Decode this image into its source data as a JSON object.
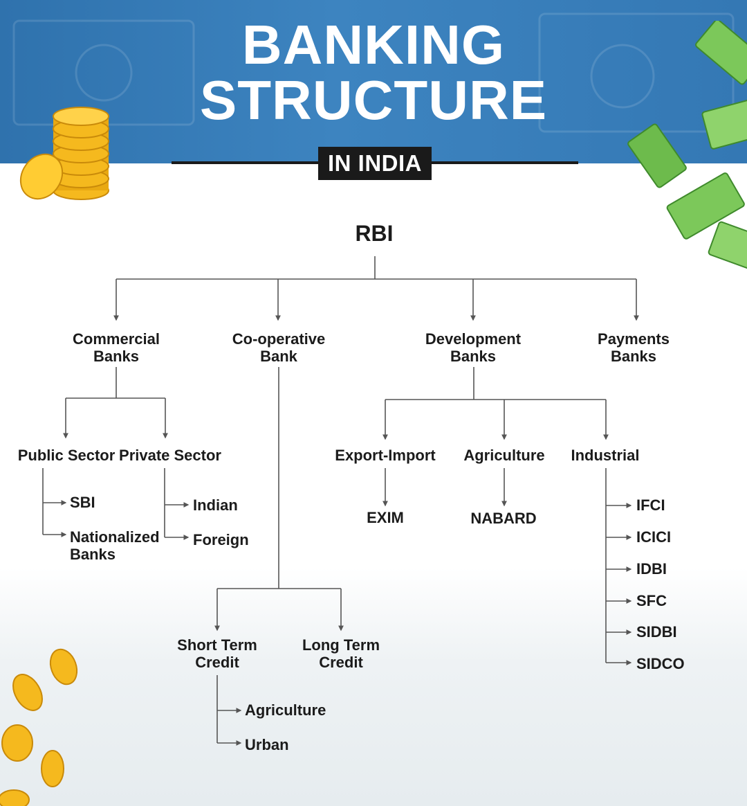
{
  "header": {
    "title_line1": "BANKING",
    "title_line2": "STRUCTURE",
    "subtitle": "IN INDIA"
  },
  "colors": {
    "header_blue": "#3479b6",
    "badge_black": "#1a1a1a",
    "coin_gold": "#f5b91e",
    "note_green": "#6dbb4c",
    "text": "#1b1b1b",
    "connector": "#555555"
  },
  "icons": [
    "coin-stack-icon",
    "money-notes-icon",
    "rupee-coin-icon"
  ],
  "tree": {
    "root": "RBI",
    "commercial": {
      "label_line1": "Commercial",
      "label_line2": "Banks",
      "public": {
        "label": "Public Sector",
        "children": [
          "SBI"
        ],
        "nationalized_line1": "Nationalized",
        "nationalized_line2": "Banks"
      },
      "private": {
        "label": "Private Sector",
        "children": [
          "Indian",
          "Foreign"
        ]
      }
    },
    "cooperative": {
      "label_line1": "Co-operative",
      "label_line2": "Bank",
      "short_term": {
        "label_line1": "Short Term",
        "label_line2": "Credit",
        "children": [
          "Agriculture",
          "Urban"
        ]
      },
      "long_term": {
        "label_line1": "Long Term",
        "label_line2": "Credit"
      }
    },
    "development": {
      "label_line1": "Development",
      "label_line2": "Banks",
      "export_import": {
        "label": "Export-Import",
        "child": "EXIM"
      },
      "agriculture": {
        "label": "Agriculture",
        "child": "NABARD"
      },
      "industrial": {
        "label": "Industrial",
        "children": [
          "IFCI",
          "ICICI",
          "IDBI",
          "SFC",
          "SIDBI",
          "SIDCO"
        ]
      }
    },
    "payments": {
      "label_line1": "Payments",
      "label_line2": "Banks"
    }
  }
}
